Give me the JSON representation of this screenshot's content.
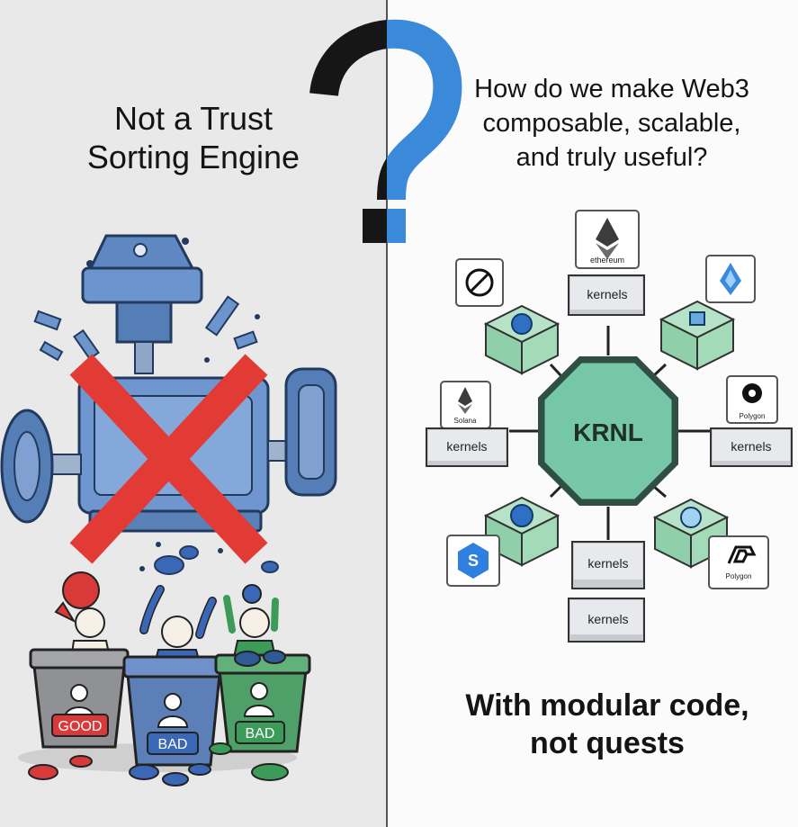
{
  "left": {
    "title_line1": "Not a Trust",
    "title_line2": "Sorting Engine",
    "bins": [
      {
        "label": "GOOD",
        "color": "#d83a3a"
      },
      {
        "label": "BAD",
        "color": "#3b67b7"
      },
      {
        "label": "BAD",
        "color": "#3d9b59"
      }
    ]
  },
  "right": {
    "title_line1": "How do we make Web3",
    "title_line2": "composable, scalable,",
    "title_line3": "and truly useful?",
    "center_label": "KRNL",
    "kernels_label": "kernels",
    "chains": {
      "top": "ethereum",
      "left": "Solana",
      "right": "Polygon",
      "bottom_right": "Polygon"
    },
    "caption_line1": "With modular code,",
    "caption_line2": "not quests"
  },
  "colors": {
    "left_bg": "#e9e9e9",
    "right_bg": "#fbfbfb",
    "accent_red": "#e23b36",
    "accent_blue": "#3a8ad9",
    "krnl_green": "#76c7a7"
  }
}
